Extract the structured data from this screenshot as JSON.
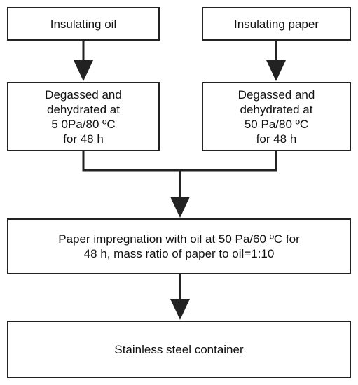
{
  "nodes": {
    "oil": "Insulating oil",
    "paper": "Insulating paper",
    "degas_oil": "Degassed and\ndehydrated at\n5 0Pa/80 ºC\nfor 48 h",
    "degas_paper": "Degassed and\ndehydrated at\n50 Pa/80 ºC\nfor 48 h",
    "impregnation": "Paper impregnation with oil  at 50 Pa/60 ºC for\n48 h, mass ratio of paper to oil=1:10",
    "container": "Stainless steel container"
  },
  "colors": {
    "stroke": "#222222",
    "faint_text": "#c9d4f2"
  }
}
